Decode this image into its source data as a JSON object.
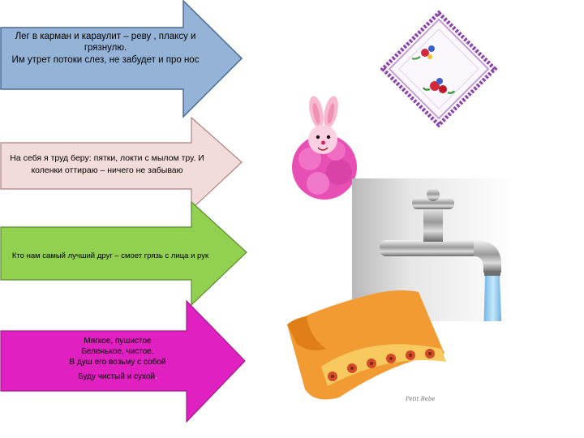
{
  "arrows": [
    {
      "lines": [
        "Лег в карман и караулит – реву , плаксу и грязнулю.",
        "Им утрет потоки слез, не забудет и про нос"
      ],
      "color": "#95b3d7"
    },
    {
      "lines": [
        "На себя я труд беру: пятки, локти с мылом тру. И коленки оттираю – ничего не забываю"
      ],
      "color": "#f2dcdb"
    },
    {
      "lines": [
        "Кто нам самый лучший друг – смоет грязь с лица и рук"
      ],
      "color": "#92d050"
    },
    {
      "lines": [
        "Мягкое, пушистое",
        "Беленькое, чистое.",
        "В душ его возьму с собой",
        "Буду чистый и сухой"
      ],
      "trailing_dot": ".",
      "color": "#e020c0"
    }
  ],
  "pictures": {
    "handkerchief": "handkerchief-image",
    "sponge": "bunny-sponge-image",
    "faucet": "water-faucet-image",
    "towel": "towel-image",
    "towel_logo": "Petit Bebe"
  }
}
